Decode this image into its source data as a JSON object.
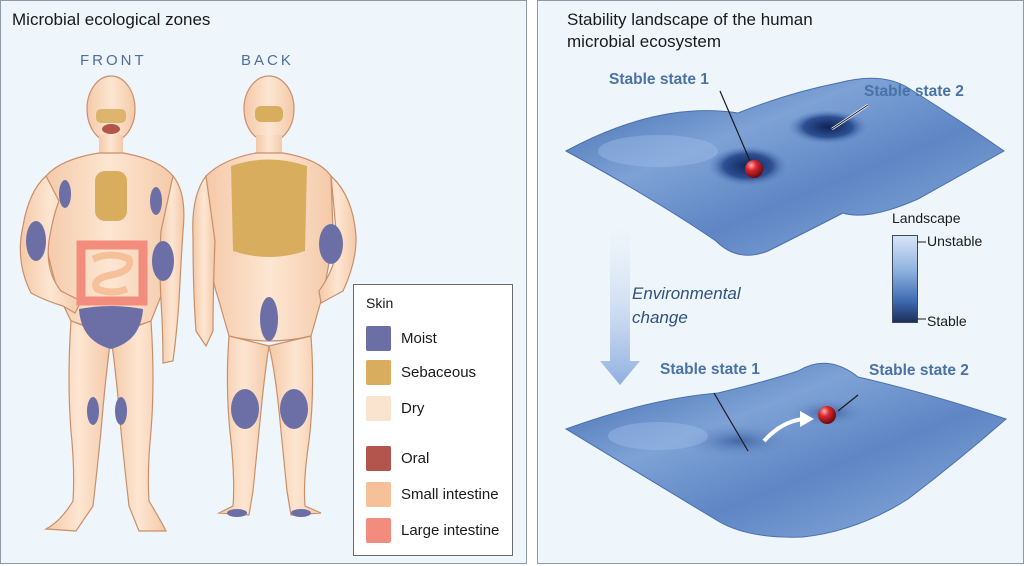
{
  "left_panel": {
    "title": "Microbial ecological zones",
    "front_label": "FRONT",
    "back_label": "BACK",
    "legend": {
      "title": "Skin",
      "items": [
        {
          "label": "Moist",
          "color": "#6c6fa6"
        },
        {
          "label": "Sebaceous",
          "color": "#d8ad5e"
        },
        {
          "label": "Dry",
          "color": "#fae3cf"
        },
        {
          "label": "Oral",
          "color": "#b3544d"
        },
        {
          "label": "Small intestine",
          "color": "#f6c09a"
        },
        {
          "label": "Large intestine",
          "color": "#f28c7c"
        }
      ]
    }
  },
  "right_panel": {
    "title_line1": "Stability landscape of the human",
    "title_line2": "microbial ecosystem",
    "top_landscape": {
      "stable_state_1": "Stable state 1",
      "stable_state_2": "Stable state 2"
    },
    "transition_line1": "Environmental",
    "transition_line2": "change",
    "bottom_landscape": {
      "stable_state_1": "Stable state 1",
      "stable_state_2": "Stable state 2"
    },
    "scale": {
      "title": "Landscape",
      "top": "Unstable",
      "bottom": "Stable"
    }
  },
  "colors": {
    "skin": "#fbdfc4",
    "skin_outline": "#c98f6b",
    "landscape_light": "#c9daf2",
    "landscape_dark": "#27458a",
    "marble": "#c0202a"
  }
}
